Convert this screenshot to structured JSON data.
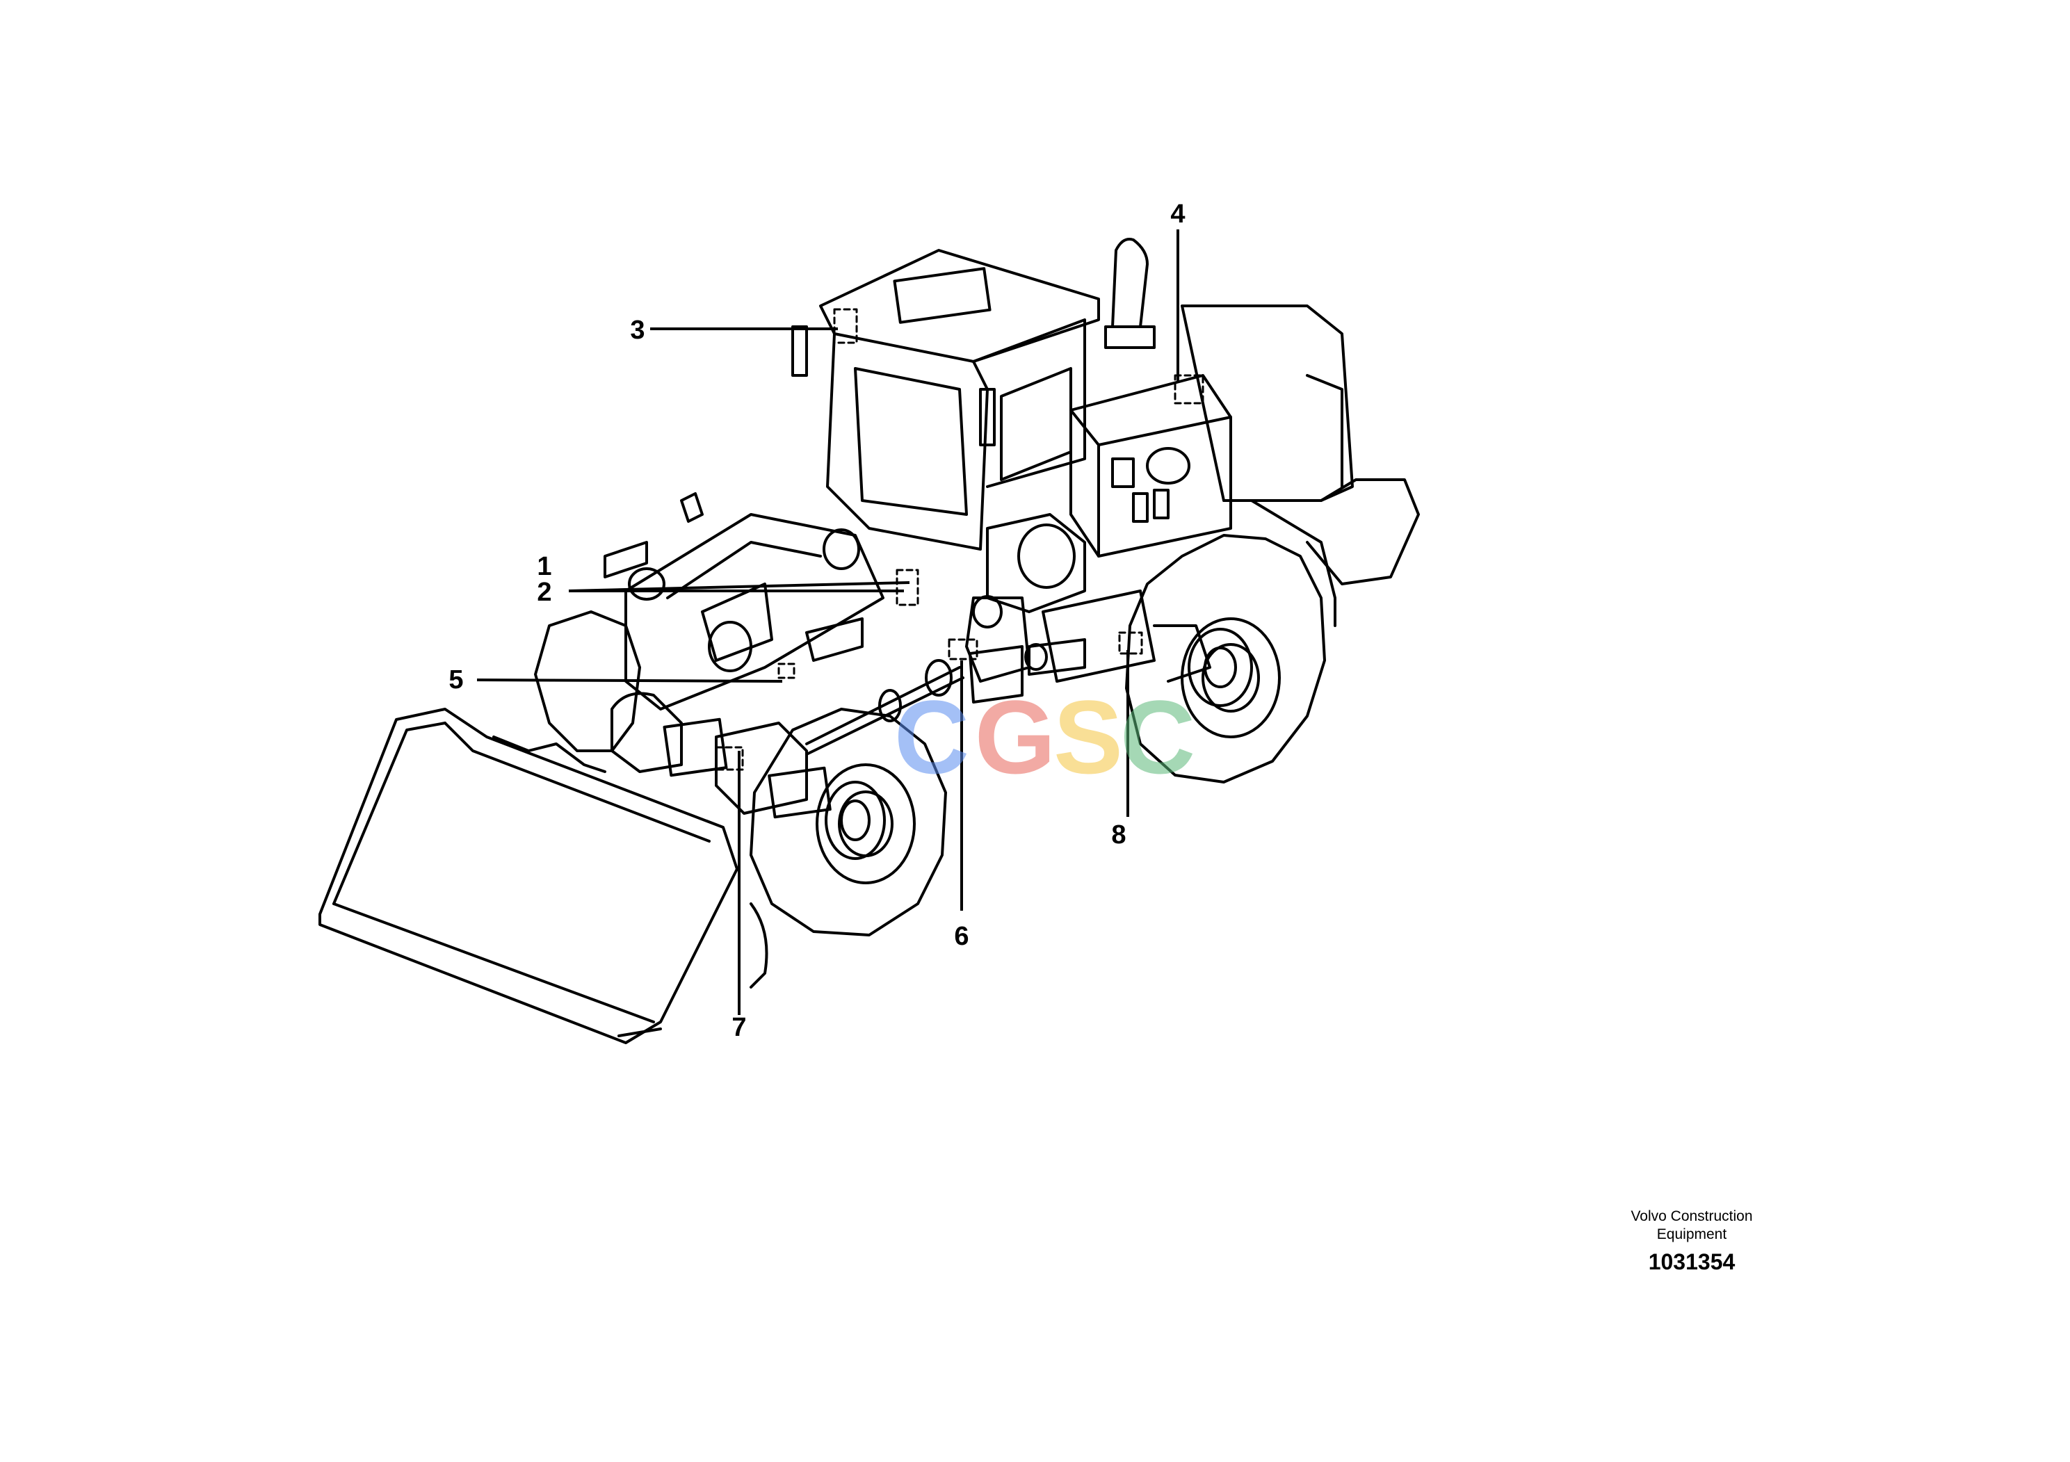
{
  "callouts": [
    "1",
    "2",
    "3",
    "4",
    "5",
    "6",
    "7",
    "8"
  ],
  "footer": {
    "line1": "Volvo Construction",
    "line2": "Equipment",
    "number": "1031354"
  },
  "watermark": {
    "letters": [
      "C",
      "G",
      "S",
      "C"
    ],
    "colors": [
      "#5b8def",
      "#e8655a",
      "#f5c542",
      "#5cb97a"
    ]
  },
  "colors": {
    "line": "#000000",
    "background": "#ffffff"
  }
}
